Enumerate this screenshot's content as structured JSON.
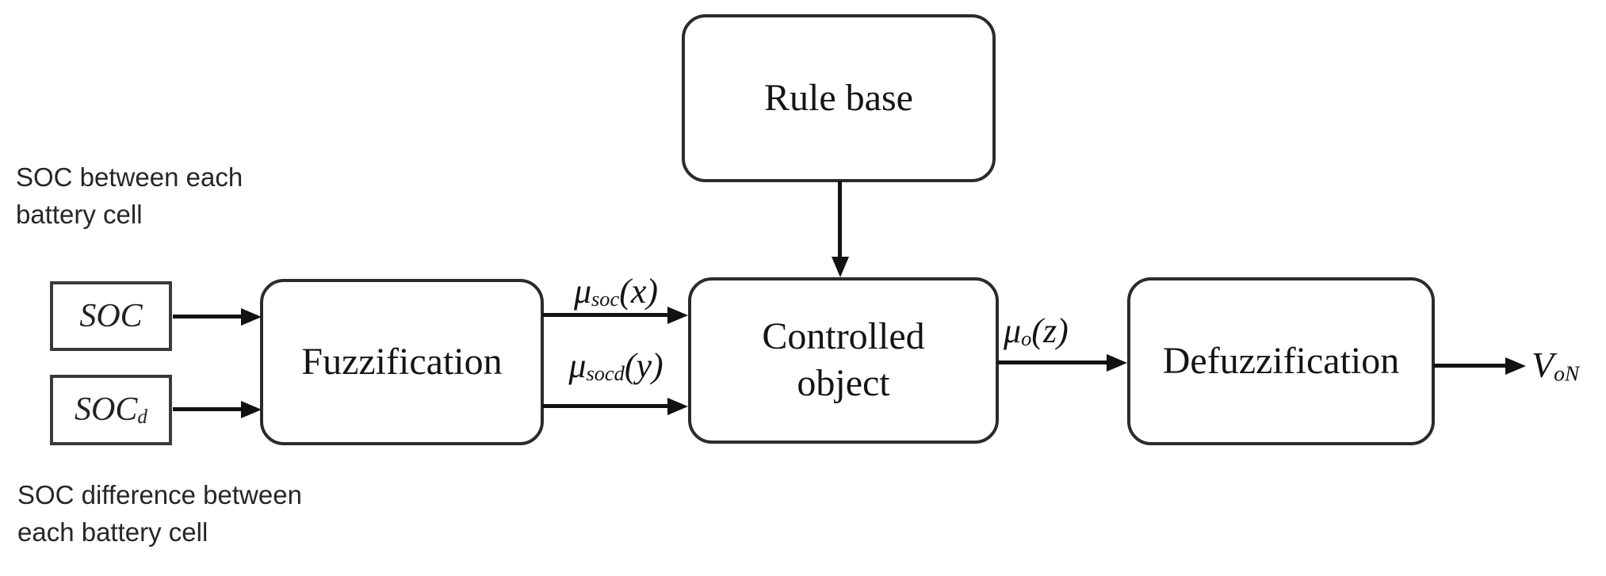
{
  "figure": {
    "background": "#ffffff",
    "ink": "#1a1a1a"
  },
  "annotations": {
    "soc_between": {
      "line1": "SOC between each",
      "line2": "battery cell"
    },
    "soc_difference": {
      "line1": "SOC difference between",
      "line2": "each battery cell"
    }
  },
  "inputs": {
    "soc": {
      "text": "SOC",
      "subscript": ""
    },
    "socd": {
      "text": "SOC",
      "subscript": "d"
    }
  },
  "blocks": {
    "rule_base": {
      "label": "Rule base"
    },
    "fuzzification": {
      "label": "Fuzzification"
    },
    "controlled_object": {
      "line1": "Controlled",
      "line2": "object"
    },
    "defuzzification": {
      "label": "Defuzzification"
    }
  },
  "signals": {
    "mu_soc": {
      "symbol": "μ",
      "subscript": "soc",
      "argument": "(x)"
    },
    "mu_socd": {
      "symbol": "μ",
      "subscript": "socd",
      "argument": "(y)"
    },
    "mu_o": {
      "symbol": "μ",
      "subscript": "o",
      "argument": "(z)"
    },
    "output": {
      "symbol": "V",
      "subscript": "oN"
    }
  }
}
